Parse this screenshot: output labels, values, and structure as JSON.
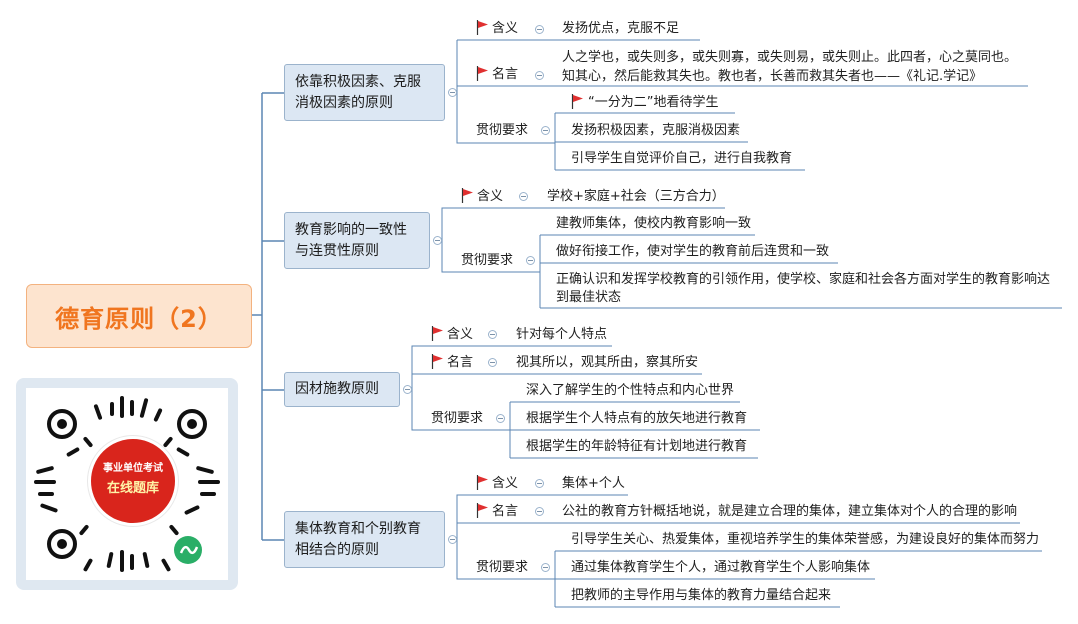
{
  "title": "德育原则（2）",
  "colors": {
    "root_text": "#f0751f",
    "root_fill": "#fde4cf",
    "branch_fill": "#dce7f3",
    "line": "#5b86b3",
    "flag": "#e03030"
  },
  "branches": [
    {
      "title": "依靠积极因素、克服消极因素的原则",
      "items": [
        {
          "label": "含义",
          "flag": true,
          "texts": [
            "发扬优点，克服不足"
          ]
        },
        {
          "label": "名言",
          "flag": true,
          "texts": [
            "人之学也，或失则多，或失则寡，或失则易，或失则止。此四者，心之莫同也。知其心，然后能救其失也。教也者，长善而救其失者也——《礼记.学记》"
          ]
        },
        {
          "label": "贯彻要求",
          "flag": false,
          "texts": [
            "“一分为二”地看待学生",
            "发扬积极因素，克服消极因素",
            "引导学生自觉评价自己，进行自我教育"
          ]
        }
      ]
    },
    {
      "title": "教育影响的一致性与连贯性原则",
      "items": [
        {
          "label": "含义",
          "flag": true,
          "texts": [
            "学校+家庭+社会（三方合力）"
          ]
        },
        {
          "label": "贯彻要求",
          "flag": false,
          "texts": [
            "建教师集体，使校内教育影响一致",
            "做好衔接工作，使对学生的教育前后连贯和一致",
            "正确认识和发挥学校教育的引领作用，使学校、家庭和社会各方面对学生的教育影响达到最佳状态"
          ]
        }
      ]
    },
    {
      "title": "因材施教原则",
      "items": [
        {
          "label": "含义",
          "flag": true,
          "texts": [
            "针对每个人特点"
          ]
        },
        {
          "label": "名言",
          "flag": true,
          "texts": [
            "视其所以，观其所由，察其所安"
          ]
        },
        {
          "label": "贯彻要求",
          "flag": false,
          "texts": [
            "深入了解学生的个性特点和内心世界",
            "根据学生个人特点有的放矢地进行教育",
            "根据学生的年龄特征有计划地进行教育"
          ]
        }
      ]
    },
    {
      "title": "集体教育和个别教育相结合的原则",
      "items": [
        {
          "label": "含义",
          "flag": true,
          "texts": [
            "集体+个人"
          ]
        },
        {
          "label": "名言",
          "flag": true,
          "texts": [
            "公社的教育方针概括地说，就是建立合理的集体，建立集体对个人的合理的影响"
          ]
        },
        {
          "label": "贯彻要求",
          "flag": false,
          "texts": [
            "引导学生关心、热爱集体，重视培养学生的集体荣誉感，为建设良好的集体而努力",
            "通过集体教育学生个人，通过教育学生个人影响集体",
            "把教师的主导作用与集体的教育力量结合起来"
          ]
        }
      ]
    }
  ],
  "qr": {
    "line1": "事业单位考试",
    "line2": "在线题库"
  }
}
